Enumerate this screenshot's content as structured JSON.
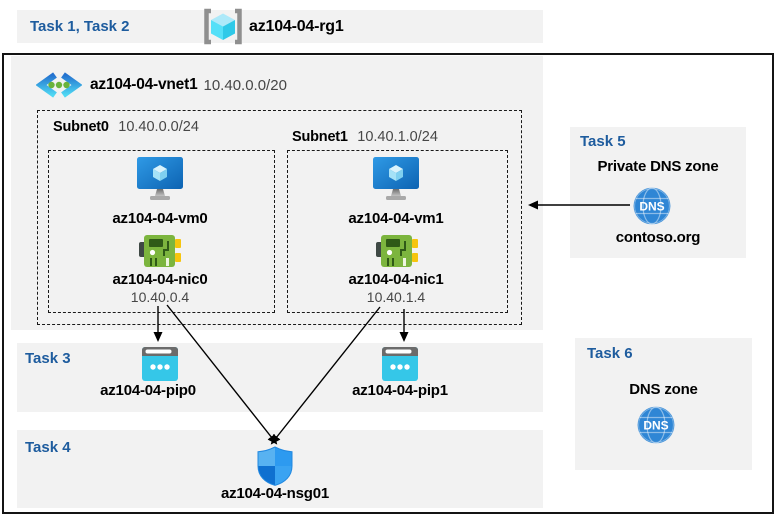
{
  "header": {
    "tasks_label": "Task 1, Task 2",
    "rg_name": "az104-04-rg1"
  },
  "vnet": {
    "name": "az104-04-vnet1",
    "cidr": "10.40.0.0/20"
  },
  "subnets": [
    {
      "name": "Subnet0",
      "cidr": "10.40.0.0/24",
      "vm": "az104-04-vm0",
      "nic": "az104-04-nic0",
      "ip": "10.40.0.4"
    },
    {
      "name": "Subnet1",
      "cidr": "10.40.1.0/24",
      "vm": "az104-04-vm1",
      "nic": "az104-04-nic1",
      "ip": "10.40.1.4"
    }
  ],
  "task3": {
    "label": "Task 3",
    "pip0": "az104-04-pip0",
    "pip1": "az104-04-pip1"
  },
  "task4": {
    "label": "Task 4",
    "nsg": "az104-04-nsg01"
  },
  "task5": {
    "label": "Task 5",
    "title": "Private DNS zone",
    "zone": "contoso.org",
    "dns_icon_text": "DNS"
  },
  "task6": {
    "label": "Task 6",
    "title": "DNS zone",
    "dns_icon_text": "DNS"
  },
  "colors": {
    "task_blue": "#1e5c9e",
    "band_gray": "#f2f2f2",
    "text_gray": "#474747",
    "arrow": "#000000",
    "vm_blue": "#1479c9",
    "nic_green": "#7cb53e",
    "pip_cyan": "#35c7e8",
    "nsg_blue": "#2d9af0",
    "dns_blue": "#2f86d5",
    "rg_cyan": "#50e6ff"
  }
}
